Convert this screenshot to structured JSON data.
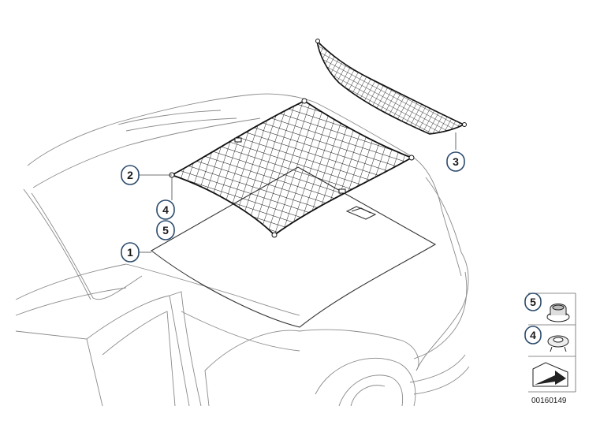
{
  "diagram": {
    "callouts": [
      "1",
      "2",
      "3",
      "4",
      "5"
    ],
    "legend": {
      "items": [
        "5",
        "4"
      ]
    },
    "reference_code": "00160149",
    "icons": [
      "car-outline",
      "floor-net",
      "luggage-net",
      "clip",
      "grommet",
      "arrow"
    ]
  }
}
